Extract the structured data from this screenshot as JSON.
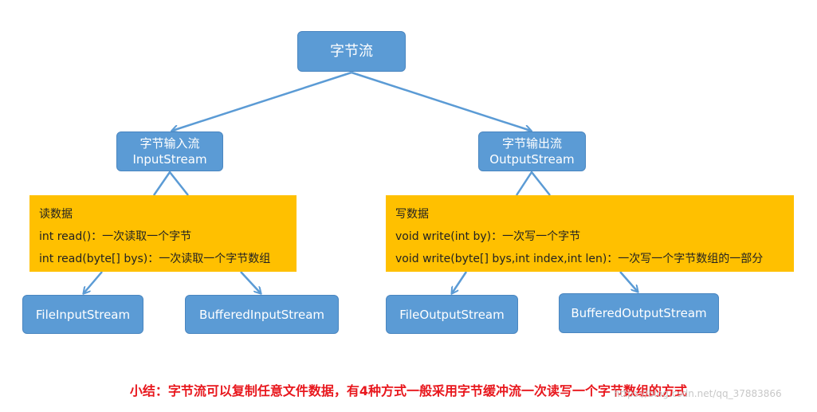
{
  "root": {
    "label": "字节流"
  },
  "input_branch": {
    "title": "字节输入流",
    "subtitle": "InputStream",
    "panel": {
      "heading": "读数据",
      "lines": [
        "int read()：一次读取一个字节",
        "int read(byte[] bys)：一次读取一个字节数组"
      ]
    },
    "children": [
      "FileInputStream",
      "BufferedInputStream"
    ]
  },
  "output_branch": {
    "title": "字节输出流",
    "subtitle": "OutputStream",
    "panel": {
      "heading": "写数据",
      "lines": [
        "void write(int by)：一次写一个字节",
        "void write(byte[] bys,int index,int len)：一次写一个字节数组的一部分"
      ]
    },
    "children": [
      "FileOutputStream",
      "BufferedOutputStream"
    ]
  },
  "summary": "小结：字节流可以复制任意文件数据，有4种方式一般采用字节缓冲流一次读写一个字节数组的方式",
  "watermark": "https://blog.csdn.net/qq_37883866",
  "colors": {
    "node": "#5b9bd5",
    "panel": "#ffc000",
    "arrow": "#5b9bd5",
    "summary": "#e8171d"
  }
}
